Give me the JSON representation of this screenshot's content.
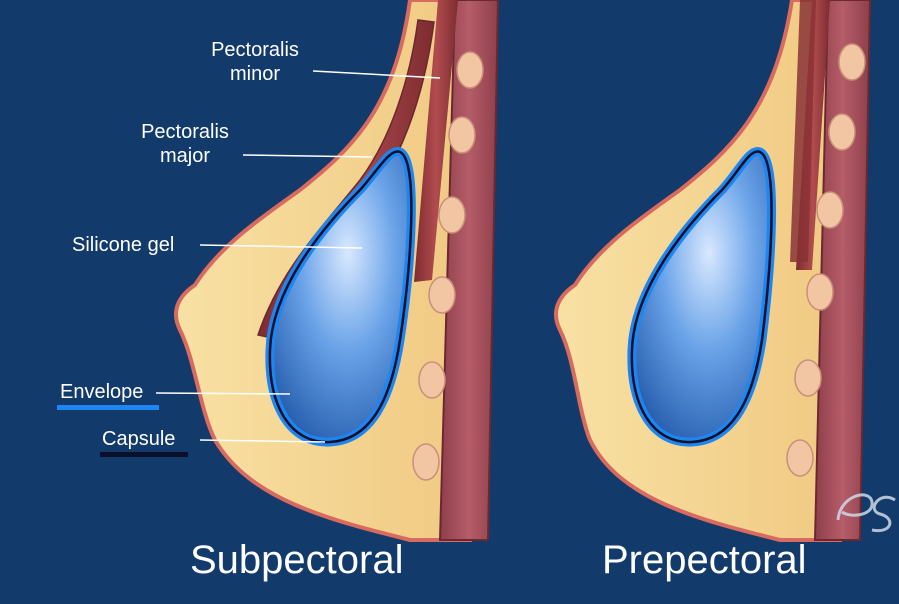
{
  "labels": {
    "pectoralis_minor": [
      "Pectoralis",
      "minor"
    ],
    "pectoralis_major": [
      "Pectoralis",
      "major"
    ],
    "silicone_gel": "Silicone gel",
    "envelope": "Envelope",
    "capsule": "Capsule"
  },
  "captions": {
    "left": "Subpectoral",
    "right": "Prepectoral"
  },
  "colors": {
    "background": "#123a6b",
    "tissue": "#f6d58c",
    "skin": "#d96a5f",
    "muscle": "#9a3b3b",
    "envelope": "#1e86f0",
    "capsule": "#0a0f2a",
    "gel": "#6aa3e8",
    "rib": "#f2c6a3"
  },
  "watermark_icon": "ps-logo"
}
